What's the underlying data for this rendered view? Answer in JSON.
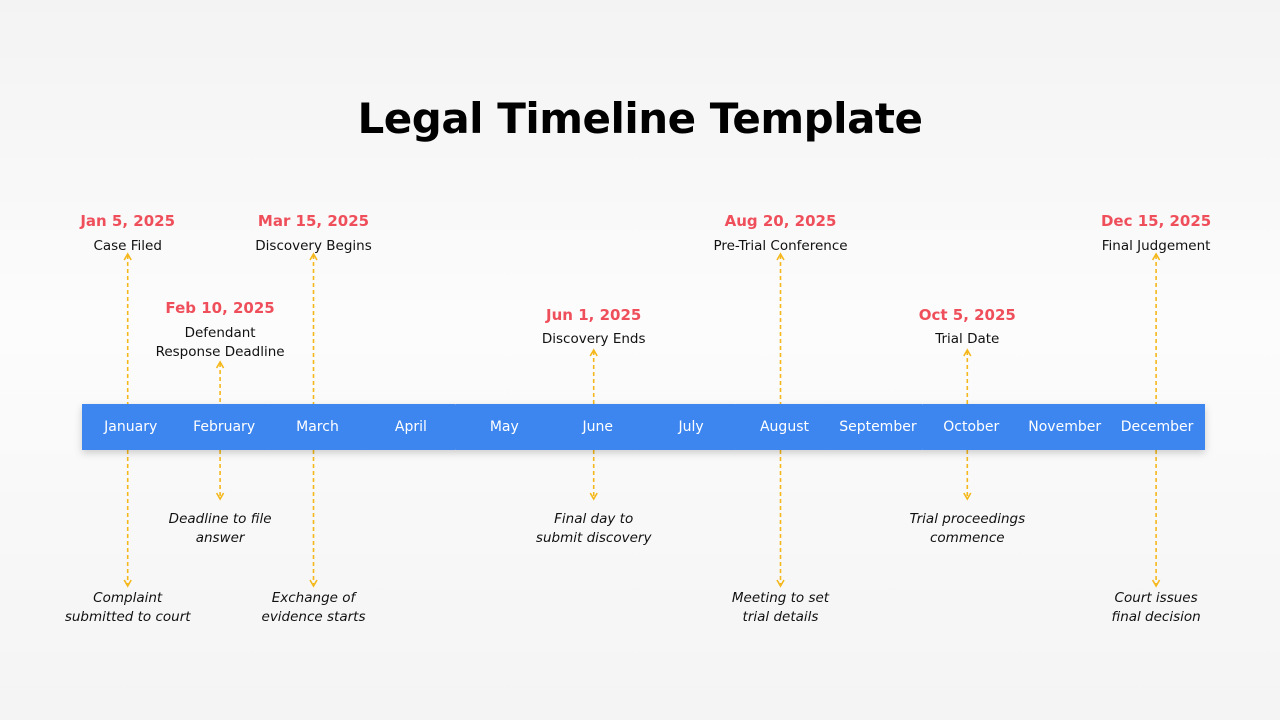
{
  "title": "Legal Timeline Template",
  "months": [
    "January",
    "February",
    "March",
    "April",
    "May",
    "June",
    "July",
    "August",
    "September",
    "October",
    "November",
    "December"
  ],
  "colors": {
    "bar": "#3d86f0",
    "date": "#ef4f5b",
    "connector": "#f5b81c"
  },
  "events": [
    {
      "month": "January",
      "date": "Jan 5, 2025",
      "title_lines": [
        "Case Filed"
      ],
      "desc_lines": [
        "Complaint",
        "submitted to court"
      ]
    },
    {
      "month": "February",
      "date": "Feb 10, 2025",
      "title_lines": [
        "Defendant",
        "Response Deadline"
      ],
      "desc_lines": [
        "Deadline to file",
        "answer"
      ]
    },
    {
      "month": "March",
      "date": "Mar 15, 2025",
      "title_lines": [
        "Discovery Begins"
      ],
      "desc_lines": [
        "Exchange of",
        "evidence starts"
      ]
    },
    {
      "month": "June",
      "date": "Jun 1, 2025",
      "title_lines": [
        "Discovery Ends"
      ],
      "desc_lines": [
        "Final day to",
        "submit discovery"
      ]
    },
    {
      "month": "August",
      "date": "Aug 20, 2025",
      "title_lines": [
        "Pre-Trial Conference"
      ],
      "desc_lines": [
        "Meeting to set",
        "trial details"
      ]
    },
    {
      "month": "October",
      "date": "Oct 5, 2025",
      "title_lines": [
        "Trial Date"
      ],
      "desc_lines": [
        "Trial proceedings",
        "commence"
      ]
    },
    {
      "month": "December",
      "date": "Dec 15, 2025",
      "title_lines": [
        "Final Judgement"
      ],
      "desc_lines": [
        "Court issues",
        "final decision"
      ]
    }
  ]
}
